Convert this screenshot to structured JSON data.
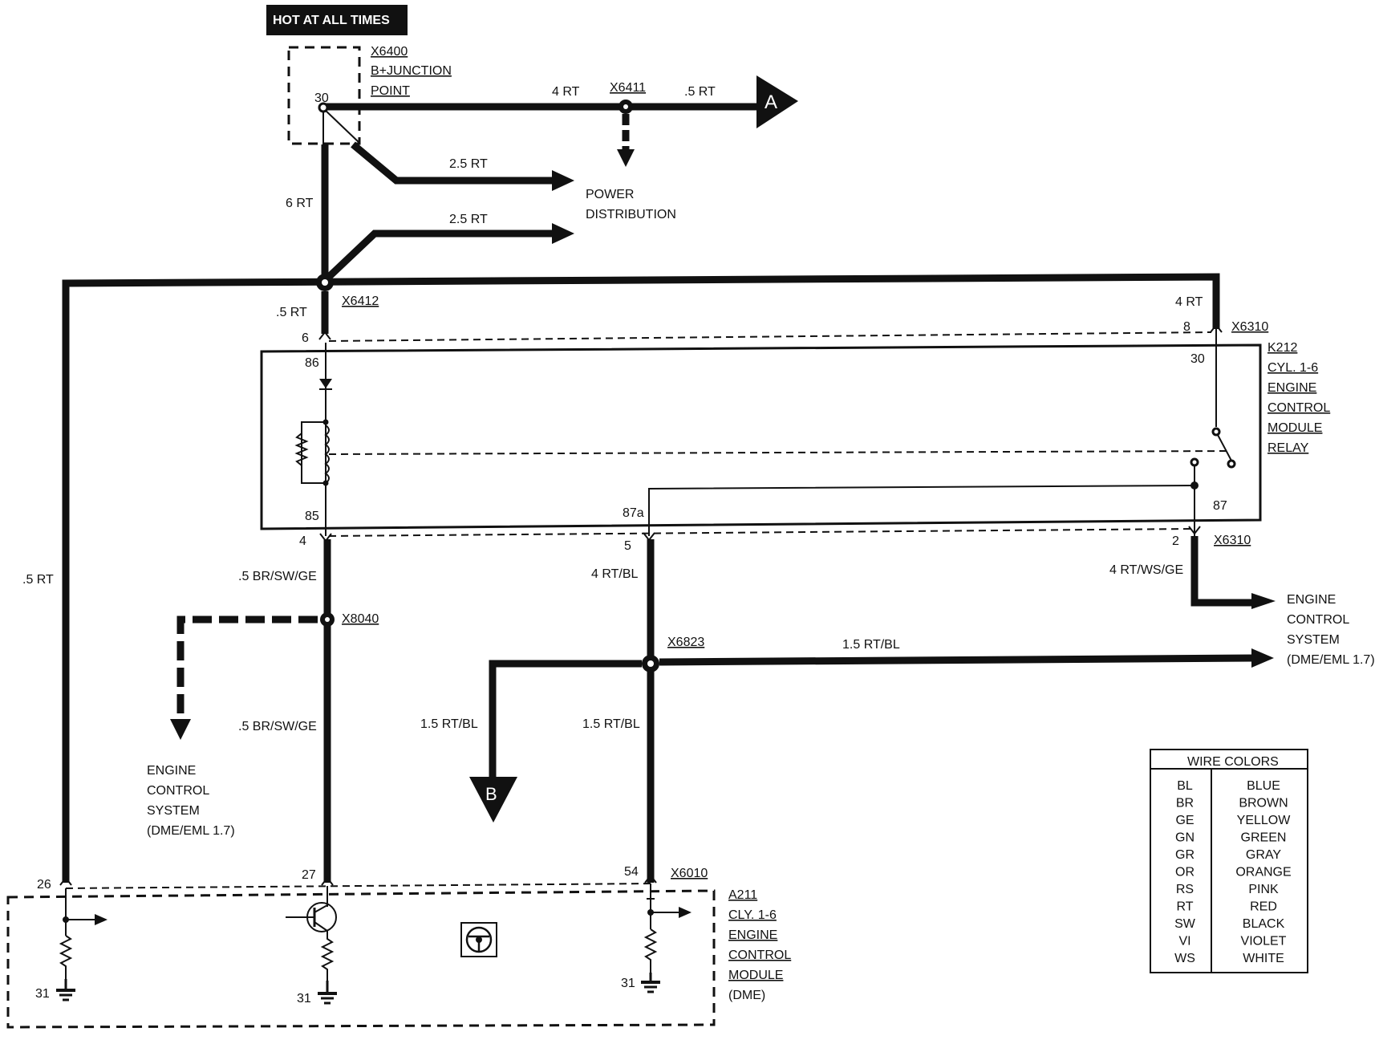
{
  "header": {
    "hot_label": "HOT AT ALL TIMES"
  },
  "junction": {
    "id": "X6400",
    "name1": "B+JUNCTION",
    "name2": "POINT",
    "pin": "30"
  },
  "wires": {
    "w_4rt_top": "4 RT",
    "w_5rt_top": ".5 RT",
    "w_25rt_a": "2.5 RT",
    "w_25rt_b": "2.5 RT",
    "w_6rt": "6 RT",
    "w_5rt_x6412": ".5 RT",
    "w_4rt_right": "4 RT",
    "w_5rt_left": ".5 RT",
    "w_br_a": ".5 BR/SW/GE",
    "w_br_b": ".5 BR/SW/GE",
    "w_rtbl4": "4 RT/BL",
    "w_rtbl15_right": "1.5 RT/BL",
    "w_rtbl15_left": "1.5 RT/BL",
    "w_rtbl15_mid": "1.5 RT/BL",
    "w_rtwsge": "4 RT/WS/GE"
  },
  "connectors": {
    "x6411": "X6411",
    "x6412": "X6412",
    "x6310_top": "X6310",
    "x6310_bot": "X6310",
    "x8040": "X8040",
    "x6823": "X6823",
    "x6010": "X6010"
  },
  "pins": {
    "p6": "6",
    "p8": "8",
    "p86": "86",
    "p30r": "30",
    "p85": "85",
    "p87a": "87a",
    "p87": "87",
    "p4": "4",
    "p5": "5",
    "p2": "2",
    "p26": "26",
    "p27": "27",
    "p54": "54",
    "g31a": "31",
    "g31b": "31",
    "g31c": "31"
  },
  "power_distribution": {
    "line1": "POWER",
    "line2": "DISTRIBUTION"
  },
  "relay": {
    "id": "K212",
    "l1": "CYL. 1-6",
    "l2": "ENGINE",
    "l3": "CONTROL",
    "l4": "MODULE",
    "l5": "RELAY"
  },
  "ecs_right": {
    "l1": "ENGINE",
    "l2": "CONTROL",
    "l3": "SYSTEM",
    "l4": "(DME/EML 1.7)"
  },
  "ecs_left": {
    "l1": "ENGINE",
    "l2": "CONTROL",
    "l3": "SYSTEM",
    "l4": "(DME/EML 1.7)"
  },
  "module": {
    "id": "A211",
    "l1": "CLY. 1-6",
    "l2": "ENGINE",
    "l3": "CONTROL",
    "l4": "MODULE",
    "l5": "(DME)"
  },
  "refs": {
    "a": "A",
    "b": "B"
  },
  "wire_colors": {
    "title": "WIRE COLORS",
    "rows": [
      {
        "code": "BL",
        "name": "BLUE"
      },
      {
        "code": "BR",
        "name": "BROWN"
      },
      {
        "code": "GE",
        "name": "YELLOW"
      },
      {
        "code": "GN",
        "name": "GREEN"
      },
      {
        "code": "GR",
        "name": "GRAY"
      },
      {
        "code": "OR",
        "name": "ORANGE"
      },
      {
        "code": "RS",
        "name": "PINK"
      },
      {
        "code": "RT",
        "name": "RED"
      },
      {
        "code": "SW",
        "name": "BLACK"
      },
      {
        "code": "VI",
        "name": "VIOLET"
      },
      {
        "code": "WS",
        "name": "WHITE"
      }
    ]
  }
}
